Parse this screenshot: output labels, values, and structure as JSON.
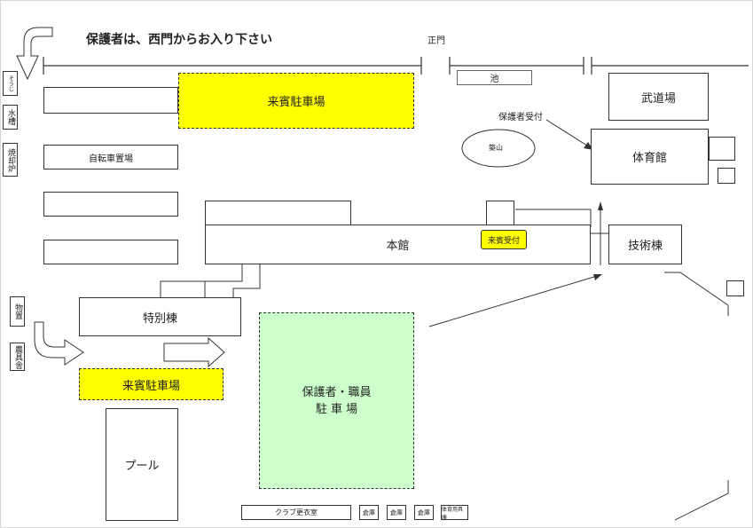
{
  "notice": "保護者は、西門からお入り下さい",
  "main_gate": "正門",
  "buildings": {
    "pond": "池",
    "budokan": "武道場",
    "guardian_reception": "保護者受付",
    "tsukiyama": "築山",
    "gym": "体育館",
    "bike_parking": "自転車置場",
    "main_building": "本館",
    "guest_reception": "来賓受付",
    "tech_building": "技術棟",
    "special_building": "特別棟",
    "pool": "プール",
    "guest_parking_top": "来賓駐車場",
    "guest_parking_bottom": "来賓駐車場",
    "guardian_parking_line1": "保護者・職員",
    "guardian_parking_line2": "駐 車 場",
    "club_room": "クラブ更衣室",
    "storage_1": "倉庫",
    "storage_2": "倉庫",
    "storage_3": "倉庫",
    "equipment_storage": "体育用具庫",
    "left_small_1": "そうじ",
    "left_small_2": "水槽",
    "left_small_3": "焼却炉",
    "left_small_4": "物置",
    "left_small_5": "農具舎"
  },
  "colors": {
    "guest_parking": "#ffff00",
    "guardian_parking": "#ccffcc",
    "outline": "#333333"
  }
}
